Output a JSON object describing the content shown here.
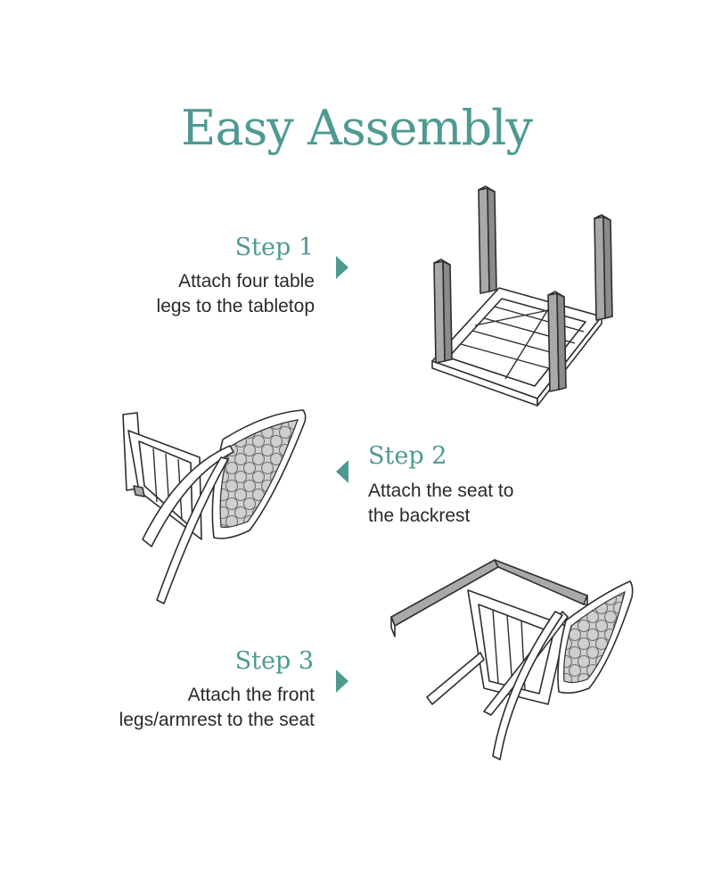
{
  "title": "Easy Assembly",
  "accent_color": "#4e9a91",
  "steps": [
    {
      "title": "Step 1",
      "lines": [
        "Attach four table",
        "legs to the tabletop"
      ],
      "arrow_icon": "triangle-right-icon"
    },
    {
      "title": "Step 2",
      "lines": [
        "Attach the seat to",
        "the backrest"
      ],
      "arrow_icon": "triangle-left-icon"
    },
    {
      "title": "Step 3",
      "lines": [
        "Attach the front",
        "legs/armrest to the seat"
      ],
      "arrow_icon": "triangle-right-icon"
    }
  ]
}
